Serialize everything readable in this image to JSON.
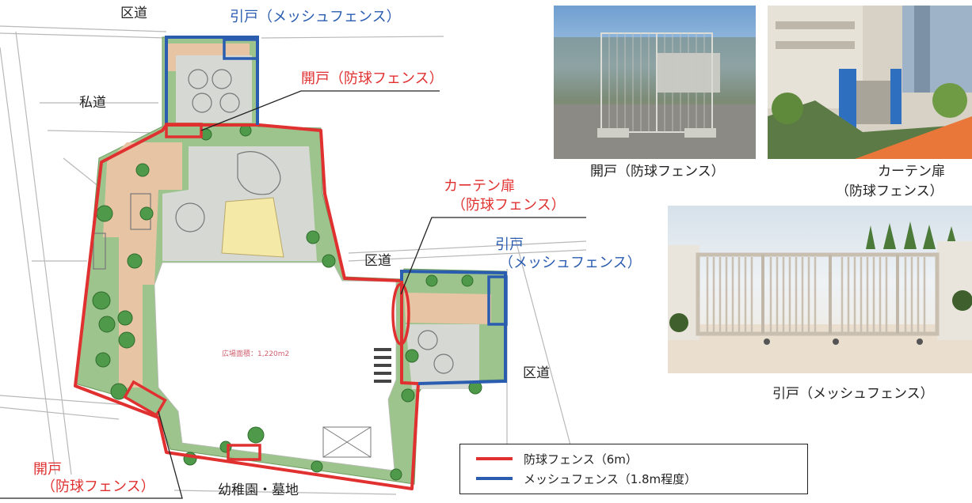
{
  "map": {
    "roads": {
      "top": "区道",
      "left": "私道",
      "middle": "区道",
      "right": "区道",
      "bottom": "幼稚園・墓地"
    },
    "area_label": "広場面積：1,220m2"
  },
  "callouts": {
    "top_sliding": "引戸（メッシュフェンス）",
    "top_hinged": "開戸（防球フェンス）",
    "curtain_line1": "カーテン扉",
    "curtain_line2": "（防球フェンス）",
    "right_sliding_line1": "引戸",
    "right_sliding_line2": "（メッシュフェンス）",
    "bottom_hinged_line1": "開戸",
    "bottom_hinged_line2": "（防球フェンス）"
  },
  "photos": {
    "hinged_caption": "開戸（防球フェンス）",
    "curtain_caption_line1": "カーテン扉",
    "curtain_caption_line2": "（防球フェンス）",
    "sliding_caption": "引戸（メッシュフェンス）"
  },
  "legend": {
    "items": [
      {
        "label": "防球フェンス（6m）",
        "color": "#e03030"
      },
      {
        "label": "メッシュフェンス（1.8m程度）",
        "color": "#2a5db0"
      }
    ]
  }
}
